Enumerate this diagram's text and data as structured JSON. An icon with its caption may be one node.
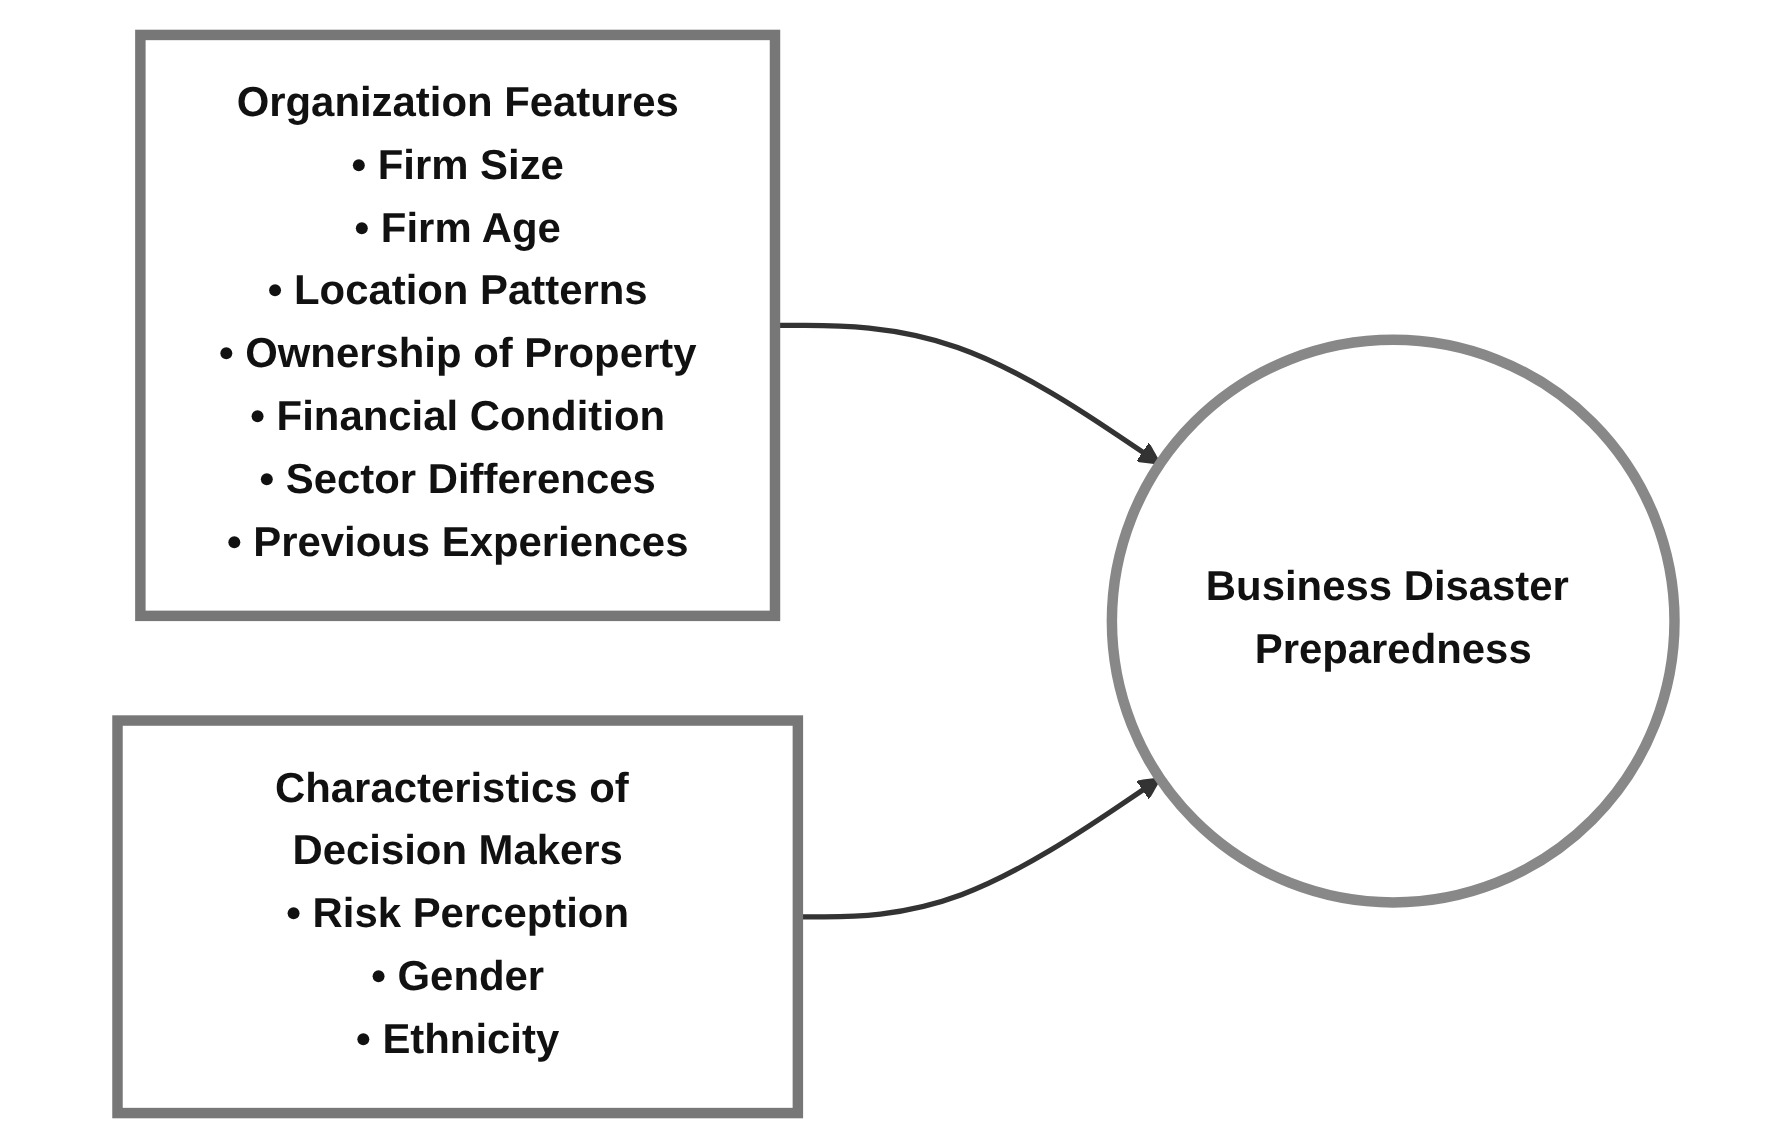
{
  "diagram": {
    "nodes": [
      {
        "text": [
          "Organization Features",
          "• Firm Size",
          "• Firm Age",
          "• Location Patterns",
          "• Ownership of Property",
          "• Financial Condition",
          "• Sector Differences",
          "• Previous Experiences"
        ]
      },
      {
        "text": [
          "Characteristics of Decision Makers",
          "• Risk Perception",
          "• Gender",
          "• Ethnicity"
        ]
      },
      {
        "text": [
          "Business Disaster Preparedness"
        ]
      }
    ],
    "edges": [
      {
        "from": 0,
        "to": 2,
        "arrow": "to"
      },
      {
        "from": 1,
        "to": 2,
        "arrow": "to"
      }
    ]
  }
}
